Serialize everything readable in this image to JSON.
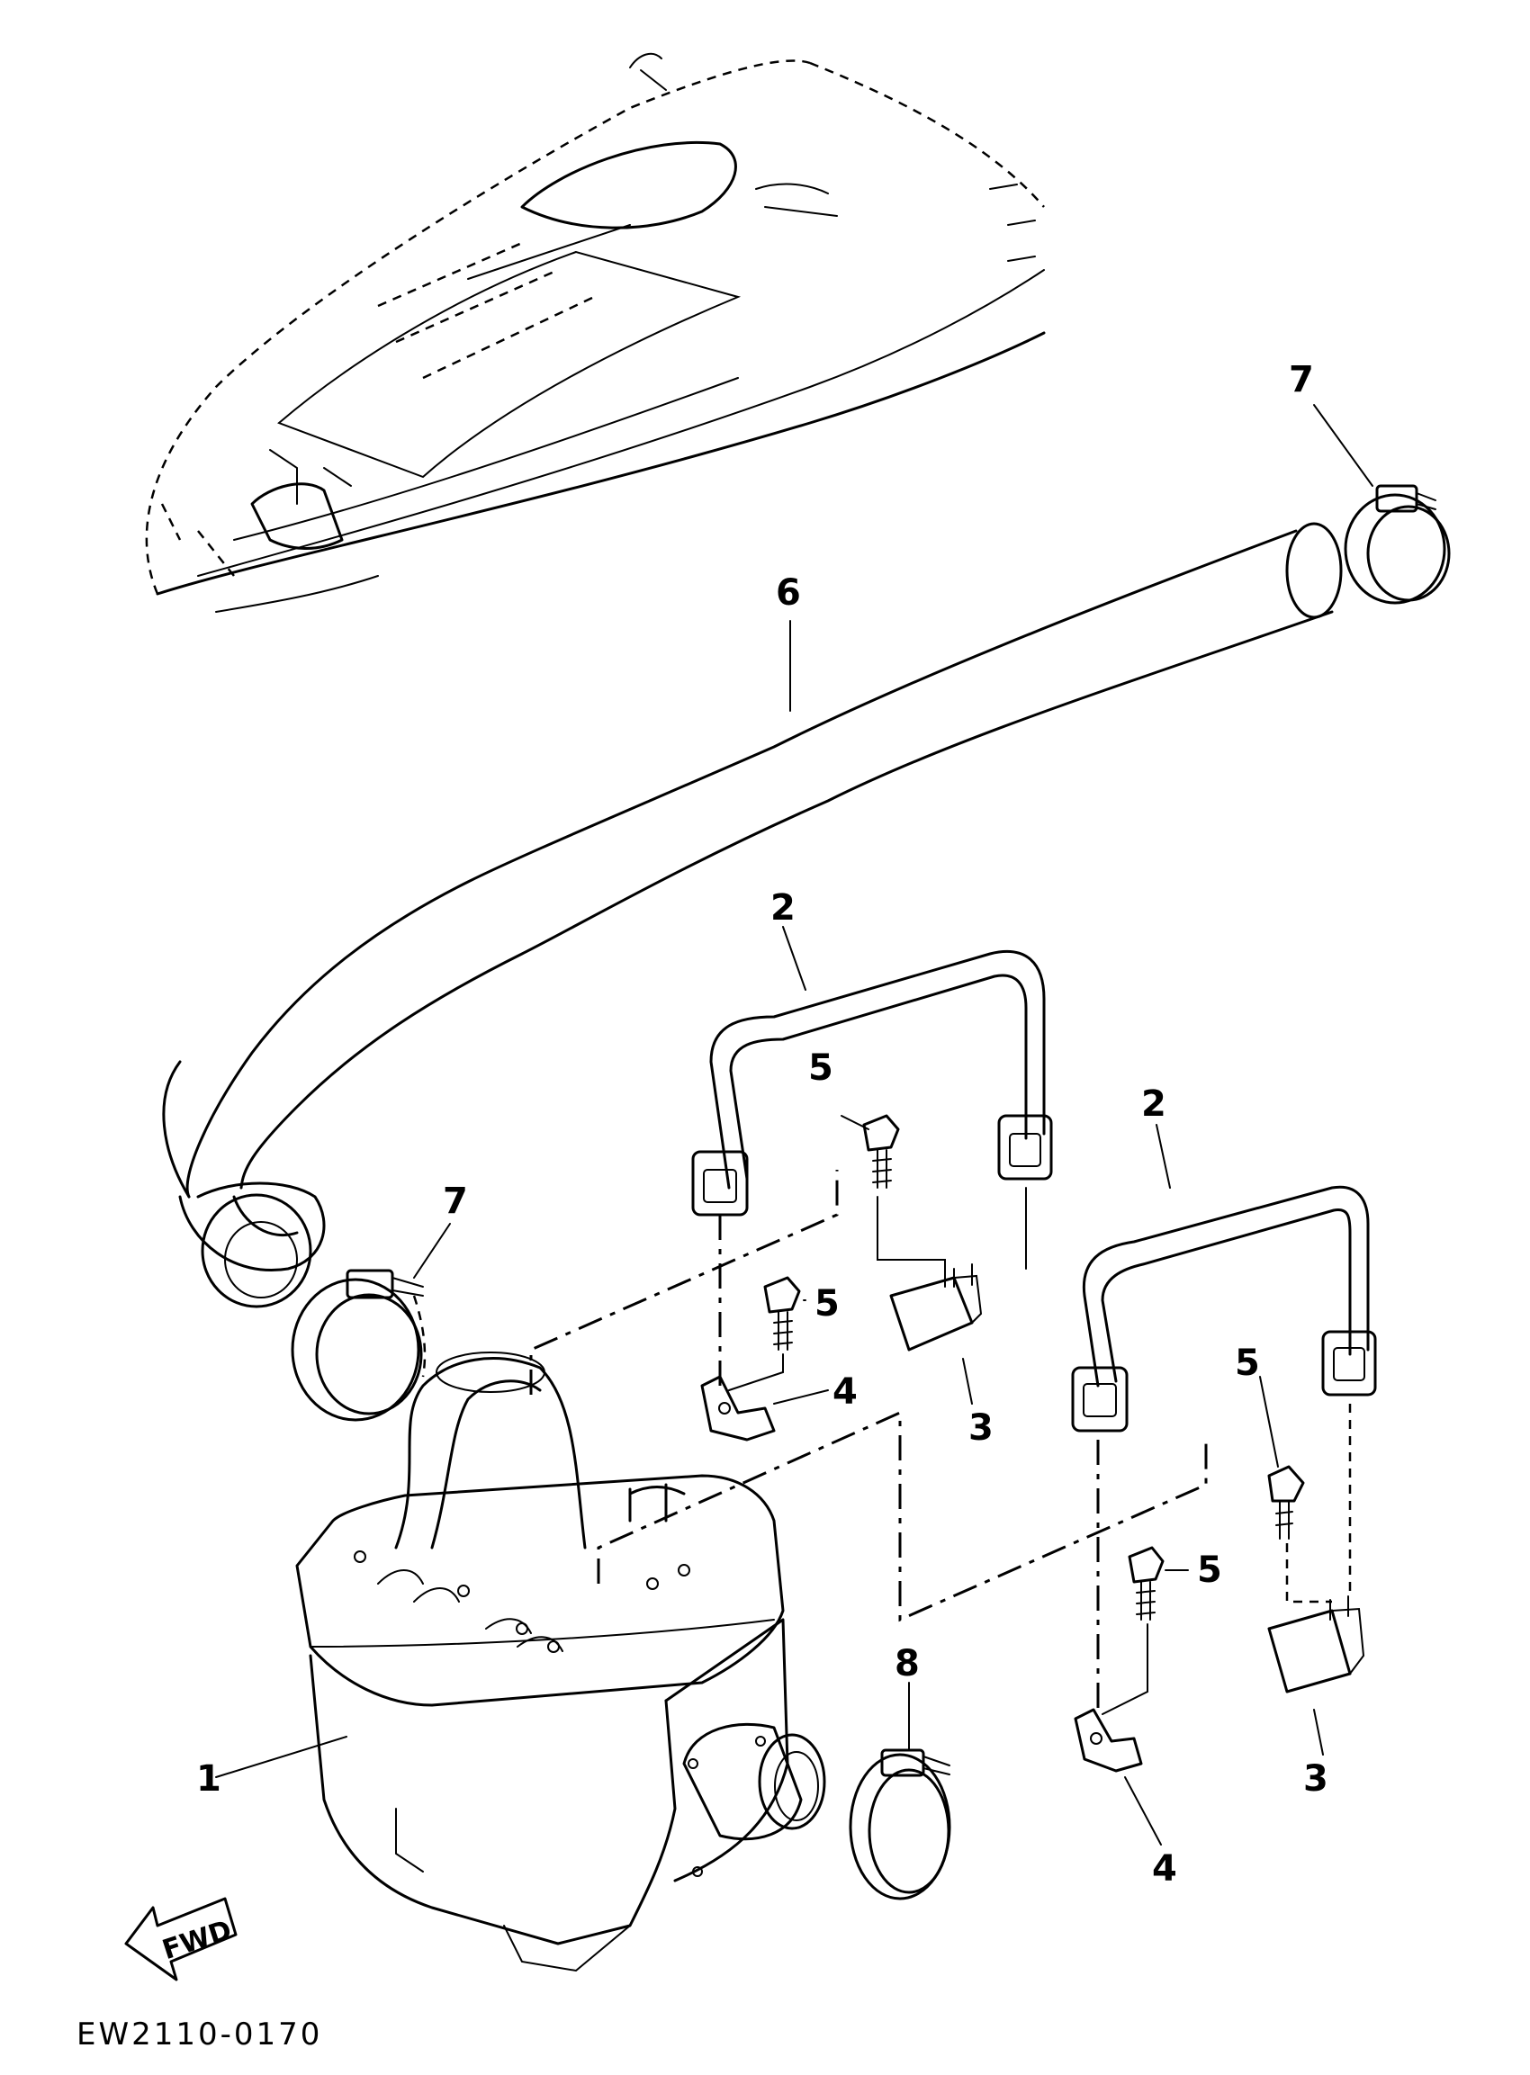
{
  "callouts": {
    "c1": "1",
    "c2a": "2",
    "c2b": "2",
    "c3a": "3",
    "c3b": "3",
    "c4a": "4",
    "c4b": "4",
    "c5a": "5",
    "c5b": "5",
    "c5c": "5",
    "c5d": "5",
    "c6": "6",
    "c7a": "7",
    "c7b": "7",
    "c8": "8"
  },
  "fwd_label": "FWD",
  "figure_code": "EW2110-0170"
}
